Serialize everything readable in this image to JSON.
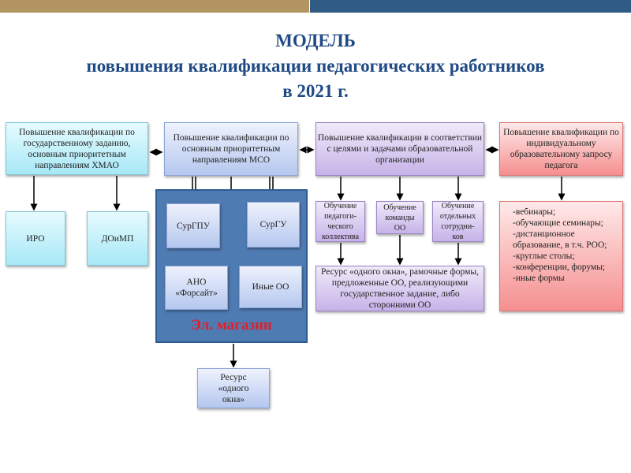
{
  "header": {
    "colors": {
      "gold": "#b39563",
      "navy": "#2f5b84"
    }
  },
  "title": {
    "line1": "МОДЕЛЬ",
    "line2": "повышения квалификации педагогических работников",
    "line3": "в 2021 г."
  },
  "top_boxes": [
    {
      "text": "Повышение квалификации по государственному заданию, основным приоритетным направлениям ХМАО"
    },
    {
      "text": "Повышение квалификации по основным приоритетным направлениям МСО"
    },
    {
      "text": "Повышение квалификации в соответствии с целями и задачами образовательной организации"
    },
    {
      "text": "Повышение квалификации по индивидуальному образовательному запросу педагога"
    }
  ],
  "left": {
    "iro": "ИРО",
    "doimp": "ДОиМП"
  },
  "mso": {
    "surgpu": "СурГПУ",
    "surgu": "СурГУ",
    "ano": "АНО «Форсайт»",
    "other": "Иные ОО",
    "shop": "Эл. магазин",
    "resource": "Ресурс «одного окна»"
  },
  "org": {
    "items": [
      "Обучение педагоги-ческого коллектива",
      "Обучение команды ОО",
      "Обучение отдельных сотрудни-ков"
    ],
    "resource": "Ресурс «одного окна», рамочные формы, предложенные ОО, реализующими государственное задание, либо сторонними ОО"
  },
  "individual": {
    "forms": [
      "-вебинары;",
      "-обучающие семинары;",
      "-дистанционное образование, в т.ч. РОО;",
      "-круглые столы;",
      "-конференции, форумы;",
      "-иные формы"
    ]
  }
}
